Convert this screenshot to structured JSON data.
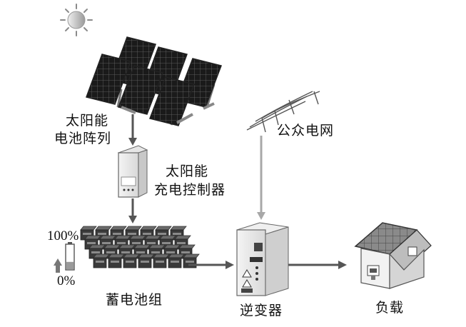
{
  "labels": {
    "solar_array_line1": "太阳能",
    "solar_array_line2": "电池阵列",
    "controller_line1": "太阳能",
    "controller_line2": "充电控制器",
    "public_grid": "公众电网",
    "battery_bank": "蓄电池组",
    "inverter": "逆变器",
    "load": "负载",
    "charge_full": "100%",
    "charge_empty": "0%"
  },
  "battery_charge_level": 0.3,
  "icons": [
    "sun-icon",
    "solar-panel-icon",
    "controller-icon",
    "power-line-icon",
    "battery-icon",
    "inverter-icon",
    "house-icon",
    "charge-arrow-icon"
  ],
  "colors": {
    "line": "#555555",
    "panel_dark": "#1c1c1c",
    "arrow_light": "#a8a8a8",
    "battery_fill": "#9a9a9a"
  }
}
